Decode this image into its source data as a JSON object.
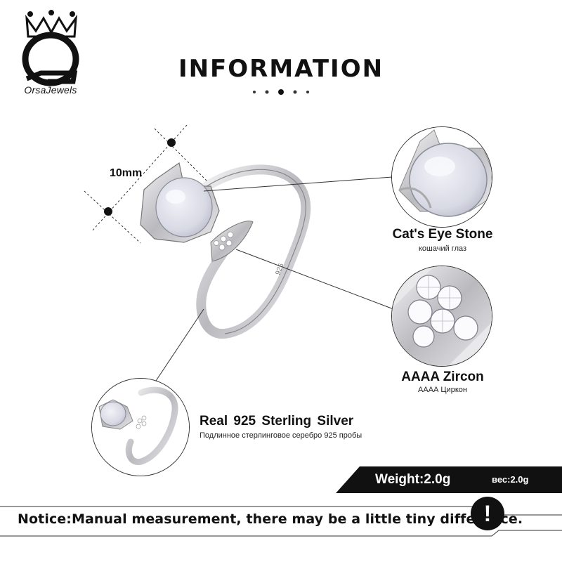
{
  "brand": {
    "name": "OrsaJewels",
    "logo_letter": "O"
  },
  "header": {
    "title": "INFORMATION"
  },
  "dimension": {
    "label": "10mm"
  },
  "features": {
    "stone": {
      "title": "Cat's Eye Stone",
      "subtitle": "кошачий глаз"
    },
    "zircon": {
      "title": "AAAA Zircon",
      "subtitle": "АААА Циркон"
    },
    "silver": {
      "title": "Real 925  Sterling  Silver",
      "subtitle": "Подлинное стерлинговое серебро 925 пробы"
    }
  },
  "ring": {
    "engraving": "925"
  },
  "weight": {
    "main": "Weight:2.0g",
    "russian": "вес:2.0g"
  },
  "notice": {
    "text": "Notice:Manual measurement, there may be a little tiny difference.",
    "icon_glyph": "!"
  },
  "icons": {
    "notice": "exclamation-icon",
    "crown": "crown-icon"
  },
  "colors": {
    "accent": "#111111",
    "silver": "#c8c8cc",
    "stone": "#dfe1ea"
  }
}
